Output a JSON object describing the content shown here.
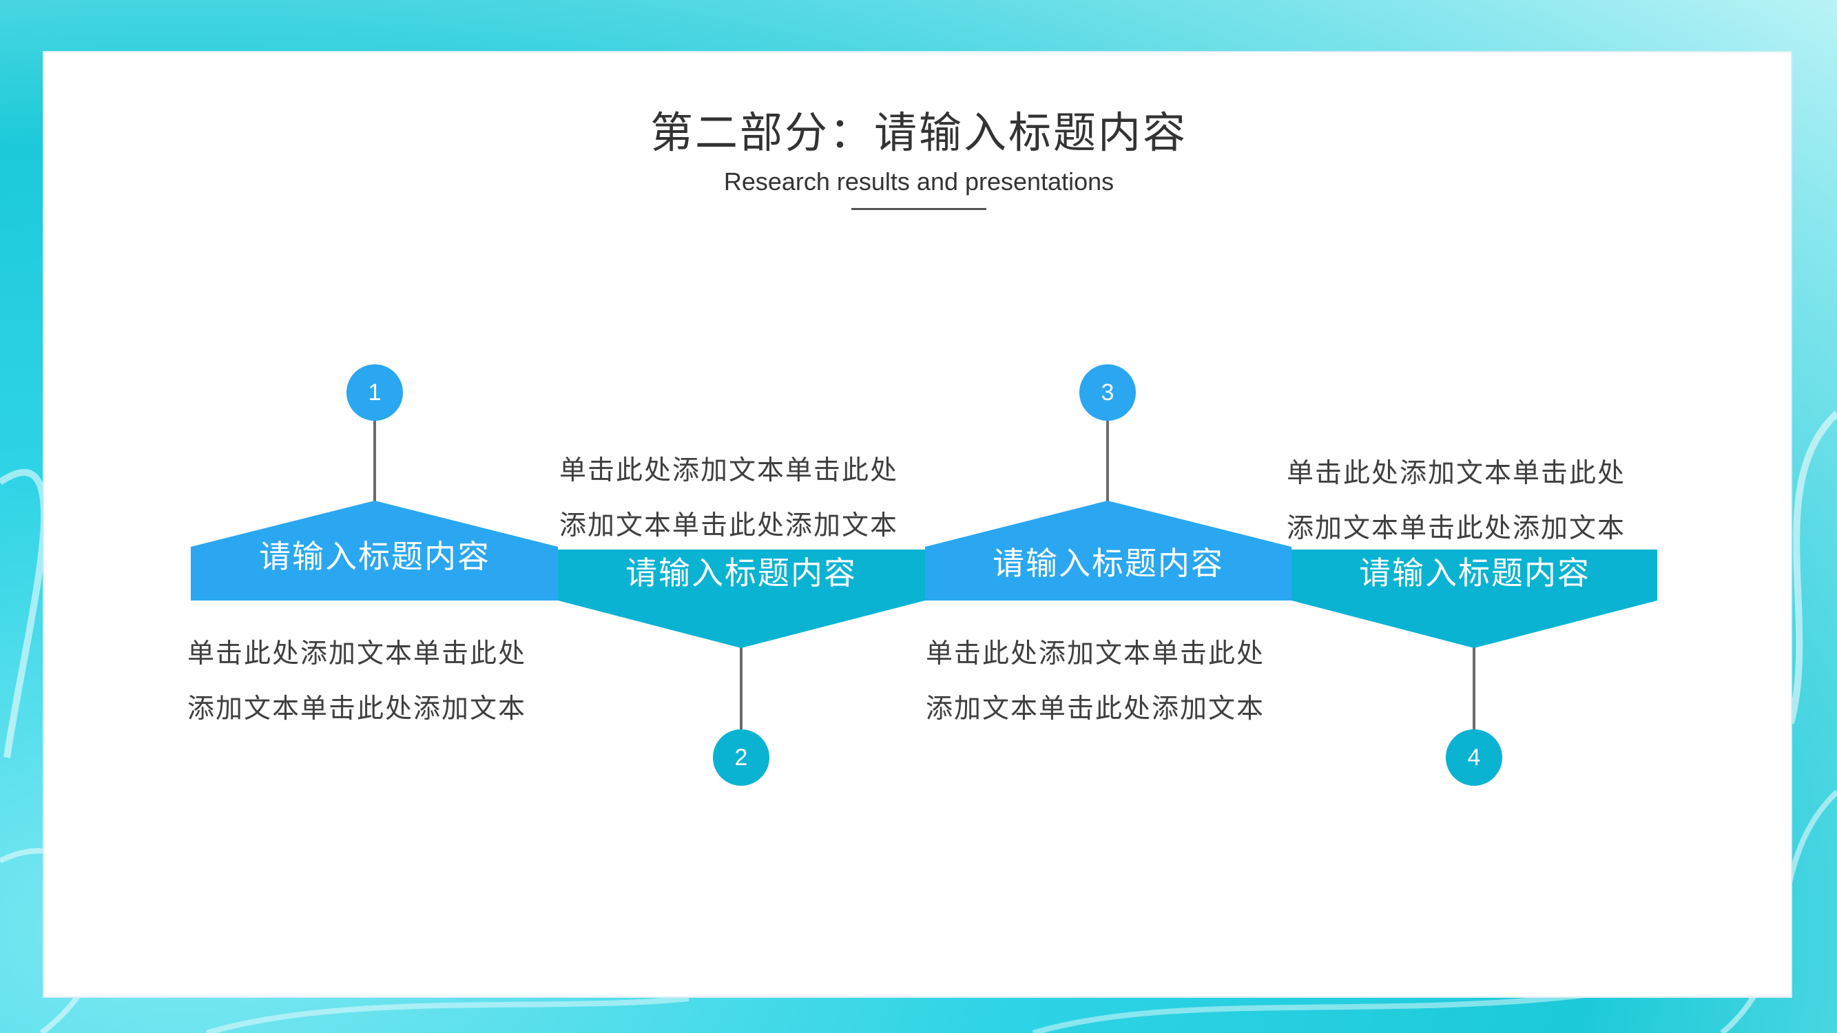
{
  "header": {
    "title": "第二部分：请输入标题内容",
    "subtitle": "Research results and presentations"
  },
  "colors": {
    "primary_blue": "#2aa7f0",
    "primary_teal": "#0ab3d2",
    "connector": "#6b6b6b",
    "text": "#333333"
  },
  "steps": [
    {
      "number": "1",
      "heading": "请输入标题内容",
      "text_line1": "单击此处添加文本单击此处",
      "text_line2": "添加文本单击此处添加文本"
    },
    {
      "number": "2",
      "heading": "请输入标题内容",
      "text_line1": "单击此处添加文本单击此处",
      "text_line2": "添加文本单击此处添加文本"
    },
    {
      "number": "3",
      "heading": "请输入标题内容",
      "text_line1": "单击此处添加文本单击此处",
      "text_line2": "添加文本单击此处添加文本"
    },
    {
      "number": "4",
      "heading": "请输入标题内容",
      "text_line1": "单击此处添加文本单击此处",
      "text_line2": "添加文本单击此处添加文本"
    }
  ]
}
